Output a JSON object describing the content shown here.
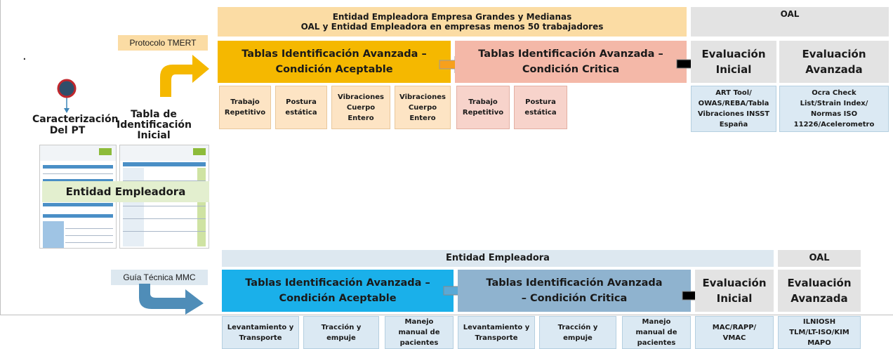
{
  "dot": "·",
  "top": {
    "header_orange": "Entidad Empleadora Empresa Grandes y Medianas\nOAL y Entidad Empleadora en empresas menos 50 trabajadores",
    "header_oal": "OAL",
    "protocol_tag": "Protocolo TMERT",
    "box_acceptable": "Tablas Identificación Avanzada –\nCondición Aceptable",
    "box_critical": "Tablas Identificación Avanzada –\nCondición Critica",
    "eval_initial": "Evaluación\nInicial",
    "eval_advanced": "Evaluación\nAvanzada",
    "items_acceptable": [
      "Trabajo\nRepetitivo",
      "Postura\nestática",
      "Vibraciones\nCuerpo\nEntero",
      "Vibraciones\nCuerpo\nEntero"
    ],
    "items_critical": [
      "Trabajo\nRepetitivo",
      "Postura\nestática"
    ],
    "tools_initial": "ART Tool/\nOWAS/REBA/Tabla\nVibraciones INSST\nEspaña",
    "tools_advanced": "Ocra Check\nList/Strain Index/\nNormas ISO\n11226/Acelerometro"
  },
  "left": {
    "caracterizacion": "Caracterización\nDel PT",
    "tabla": "Tabla de\nIdentificación\nInicial",
    "entidad_overlay": "Entidad Empleadora"
  },
  "bottom": {
    "header_employer": "Entidad Empleadora",
    "header_oal": "OAL",
    "guide_tag": "Guía Técnica MMC",
    "box_acceptable": "Tablas Identificación Avanzada –\nCondición Aceptable",
    "box_critical": "Tablas Identificación Avanzada\n– Condición Critica",
    "eval_initial": "Evaluación\nInicial",
    "eval_advanced": "Evaluación\nAvanzada",
    "items_acceptable": [
      "Levantamiento y\nTransporte",
      "Tracción y\nempuje",
      "Manejo\nmanual de\npacientes"
    ],
    "items_critical": [
      "Levantamiento y\nTransporte",
      "Tracción y\nempuje",
      "Manejo\nmanual de\npacientes"
    ],
    "tools_initial": "MAC/RAPP/\nVMAC",
    "tools_advanced": "ILNIOSH\nTLM/LT-ISO/KIM\nMAPO"
  },
  "colors": {
    "orange_header": "#fbdca4",
    "gold": "#f5b800",
    "salmon": "#f4b8a8",
    "peach_item": "#fde4c4",
    "pink_item": "#f7d3cb",
    "gray_box": "#e3e3e3",
    "light_blue": "#dbe9f3",
    "cyan": "#1ab0ea",
    "steel_blue": "#8fb3cf",
    "light_blue_header": "#dde8f0"
  }
}
